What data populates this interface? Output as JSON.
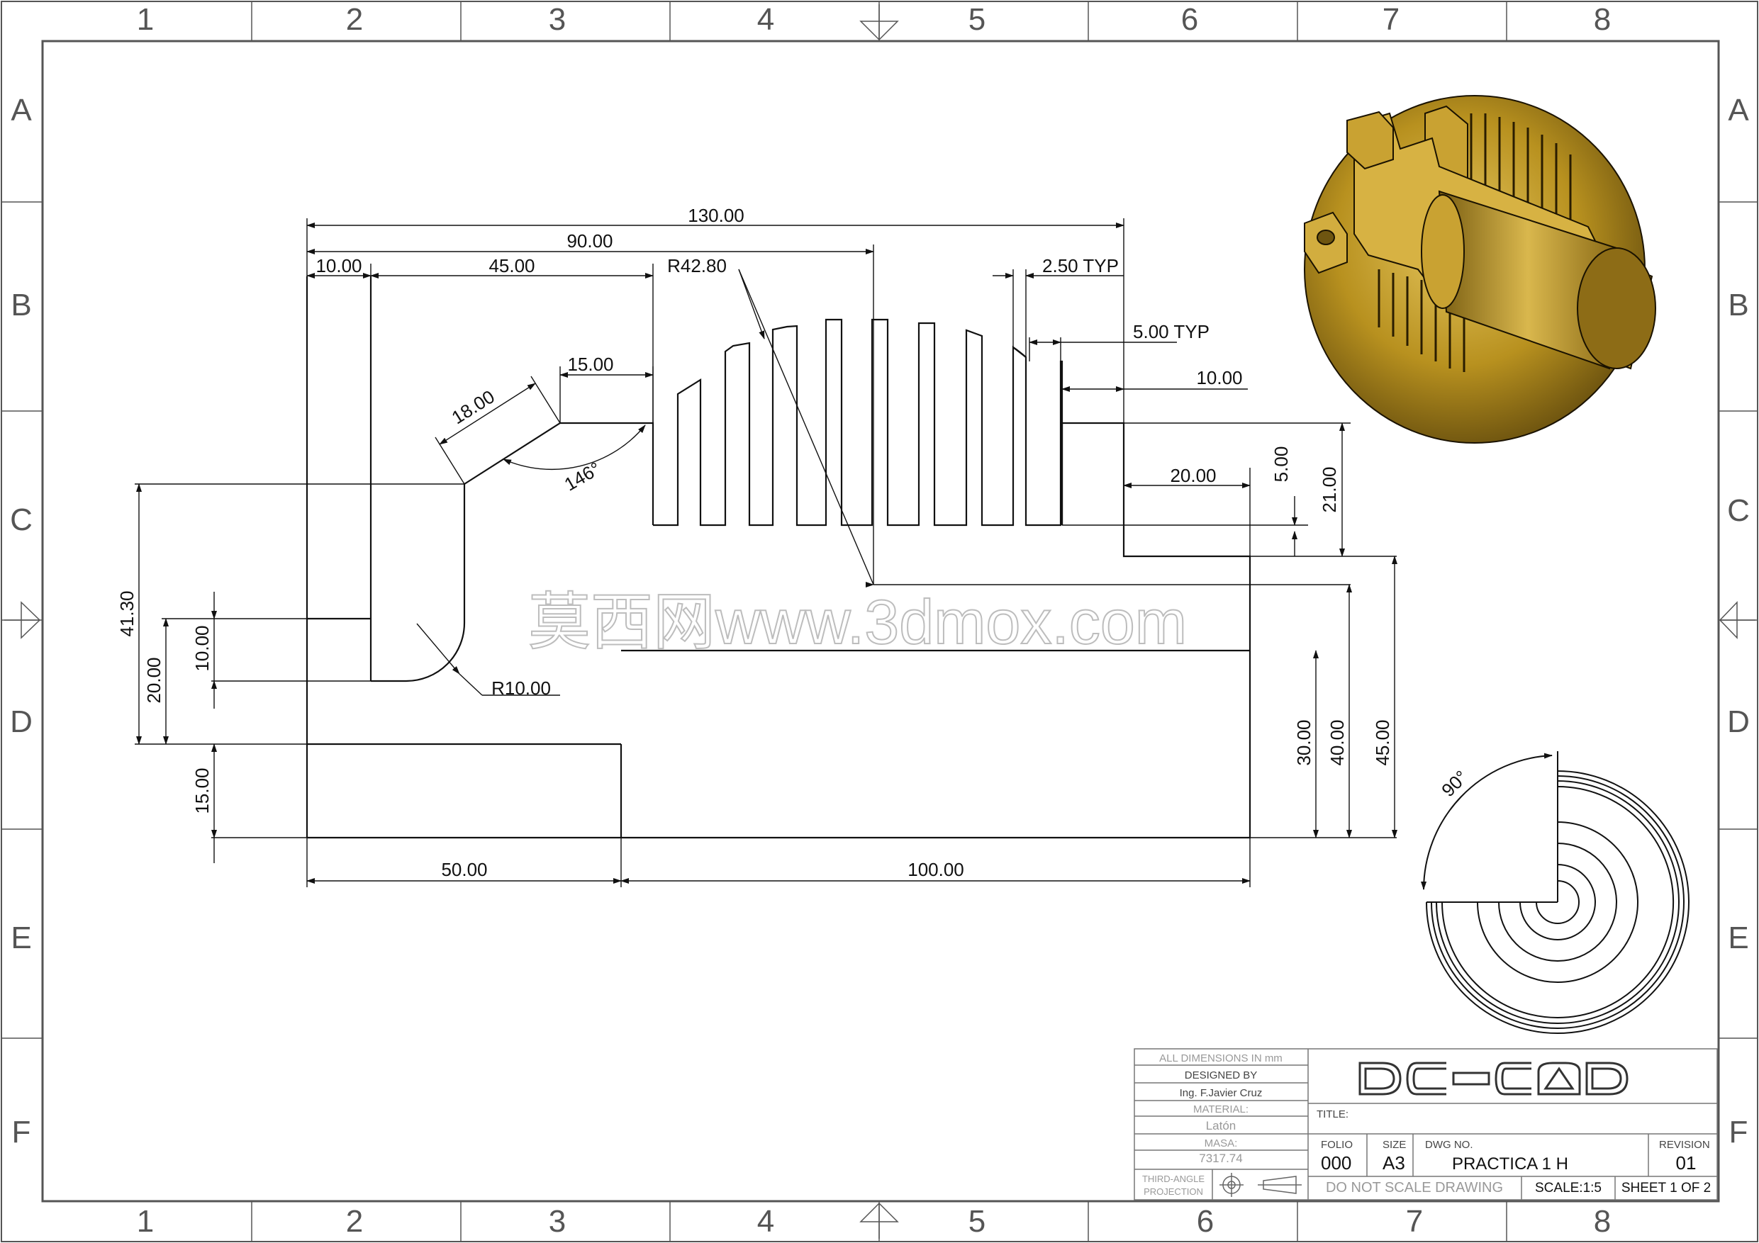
{
  "zone_labels": {
    "columns": [
      "1",
      "2",
      "3",
      "4",
      "5",
      "6",
      "7",
      "8"
    ],
    "rows": [
      "A",
      "B",
      "C",
      "D",
      "E",
      "F"
    ]
  },
  "watermark": "莫西网www.3dmox.com",
  "dimensions": {
    "d130": "130.00",
    "d90": "90.00",
    "d10_left": "10.00",
    "d45": "45.00",
    "r42": "R42.80",
    "d2_5": "2.50 TYP",
    "d5typ": "5.00 TYP",
    "d10_right": "10.00",
    "d15": "15.00",
    "d18": "18.00",
    "a146": "146°",
    "d20_right": "20.00",
    "d5_vert": "5.00",
    "d21": "21.00",
    "d41_3": "41.30",
    "d20_left": "20.00",
    "d10_vert": "10.00",
    "r10": "R10.00",
    "d15_vert": "15.00",
    "d30": "30.00",
    "d40": "40.00",
    "d45_vert": "45.00",
    "d50": "50.00",
    "d100": "100.00",
    "a90": "90°"
  },
  "title_block": {
    "all_dims": "ALL DIMENSIONS IN mm",
    "designed_by_label": "DESIGNED BY",
    "designer": "Ing. F.Javier Cruz",
    "material_label": "MATERIAL:",
    "material": "Latón",
    "mass_label": "MASA:",
    "mass": "7317.74",
    "projection": [
      "THIRD-ANGLE",
      "PROJECTION"
    ],
    "logo": "DC-CAD",
    "title_label": "TITLE:",
    "folio_label": "FOLIO",
    "folio": "000",
    "size_label": "SIZE",
    "size": "A3",
    "dwg_label": "DWG NO.",
    "dwg": "PRACTICA 1 H",
    "revision_label": "REVISION",
    "revision": "01",
    "no_scale": "DO NOT SCALE DRAWING",
    "scale": "SCALE:1:5",
    "sheet": "SHEET 1 OF 2"
  },
  "colors": {
    "line": "#111111",
    "border": "#555555",
    "watermark": "#c8c8c8",
    "render_base": "#b8911f",
    "render_dark": "#6e5510",
    "render_light": "#e2c25a"
  }
}
